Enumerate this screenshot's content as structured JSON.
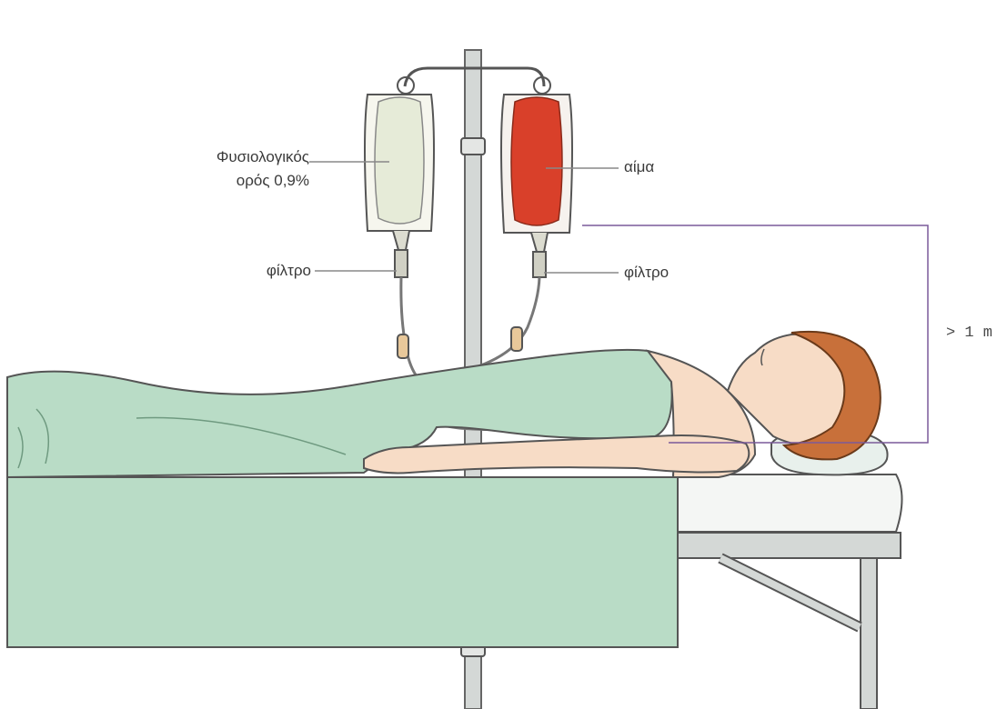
{
  "labels": {
    "saline_line1": "Φυσιολογικός",
    "saline_line2": "ορός 0,9%",
    "blood": "αίμα",
    "filter_left": "φίλτρο",
    "filter_right": "φίλτρο",
    "height": "> 1 m"
  },
  "colors": {
    "sheet": "#b9dcc6",
    "sheet_dark": "#a6cfb6",
    "saline_fluid": "#e8ecdc",
    "blood": "#d9402a",
    "skin": "#f7dcc6",
    "hair": "#c8703a",
    "pole": "#d4d8d6",
    "line": "#8a8a8a",
    "bracket": "#7a5a9a"
  }
}
